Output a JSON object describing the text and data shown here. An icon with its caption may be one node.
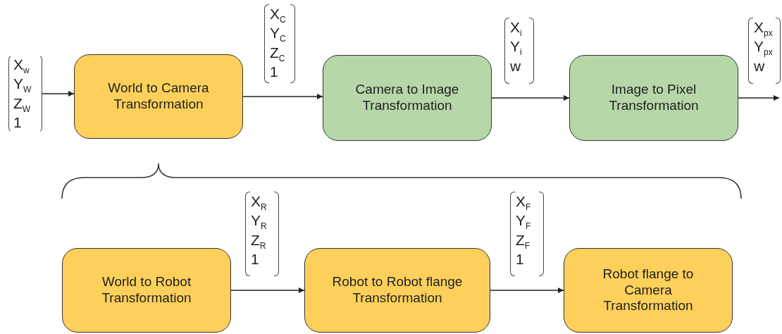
{
  "diagram": {
    "nodes": [
      {
        "text": [
          "X$_{w}$ Y$_{W}$ Z$_{W}$ 1"
        ]
      },
      {
        "text": [
          "World to Camera Transformation"
        ]
      },
      {
        "text": [
          "Camera to Image Transformation"
        ]
      },
      {
        "text": [
          "Image to Pixel Transformation"
        ]
      },
      {
        "text": [
          "World to Robot Transformation"
        ]
      },
      {
        "text": [
          "Robot to Robot flange Transformation"
        ]
      },
      {
        "text": [
          "Robot flange to Camera Transformation"
        ]
      }
    ],
    "edges": [
      {
        "from": 0,
        "to": 1,
        "arrow": "to"
      },
      {
        "from": 1,
        "to": 2,
        "arrow": "to",
        "label": "X$_{C}$ Y$_{C}$ Z$_{C}$ 1"
      },
      {
        "from": 2,
        "to": 3,
        "arrow": "to",
        "label": "X$_{i}$ Y$_{i}$ w"
      },
      {
        "from": 3,
        "to": null,
        "arrow": "to",
        "label": "X$_{px}$ Y$_{px}$ w"
      },
      {
        "from": 4,
        "to": 5,
        "arrow": "to",
        "label": "X$_{R}$ Y$_{R}$ Z$_{R}$ 1"
      },
      {
        "from": 5,
        "to": 6,
        "arrow": "to",
        "label": "X$_{F}$ Y$_{F}$ Z$_{F}$ 1"
      }
    ]
  }
}
